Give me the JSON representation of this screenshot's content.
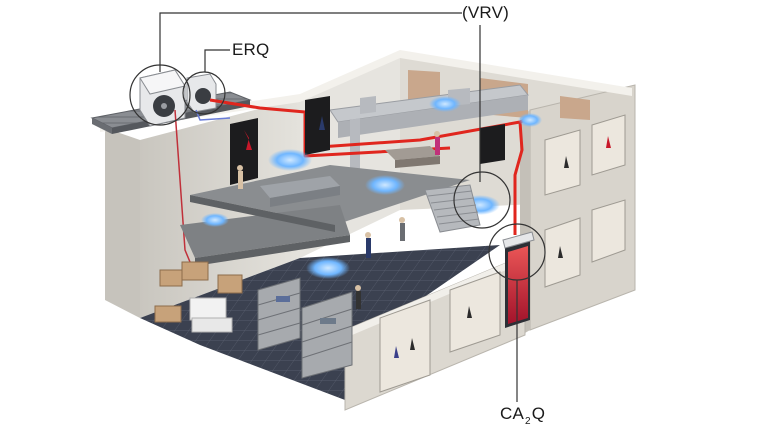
{
  "labels": {
    "vrv": "(VRV)",
    "erq": "ERQ",
    "ca2q_main": "CA",
    "ca2q_sub": "2",
    "ca2q_end": "Q"
  },
  "colors": {
    "wall_exterior": "#d9d6cf",
    "wall_interior": "#e9e7e2",
    "floor_tiles": "#3b4150",
    "refrigerant_pipe": "#e0261e",
    "duct": "#c5c8cc",
    "indoor_unit_glow": "#6fb6ff",
    "air_curtain": "#e0263a",
    "callout_line": "#333333"
  },
  "icons": [
    "outdoor-unit-vrv-icon",
    "erq-unit-icon",
    "air-curtain-icon",
    "cassette-unit-icon",
    "duct-icon"
  ]
}
